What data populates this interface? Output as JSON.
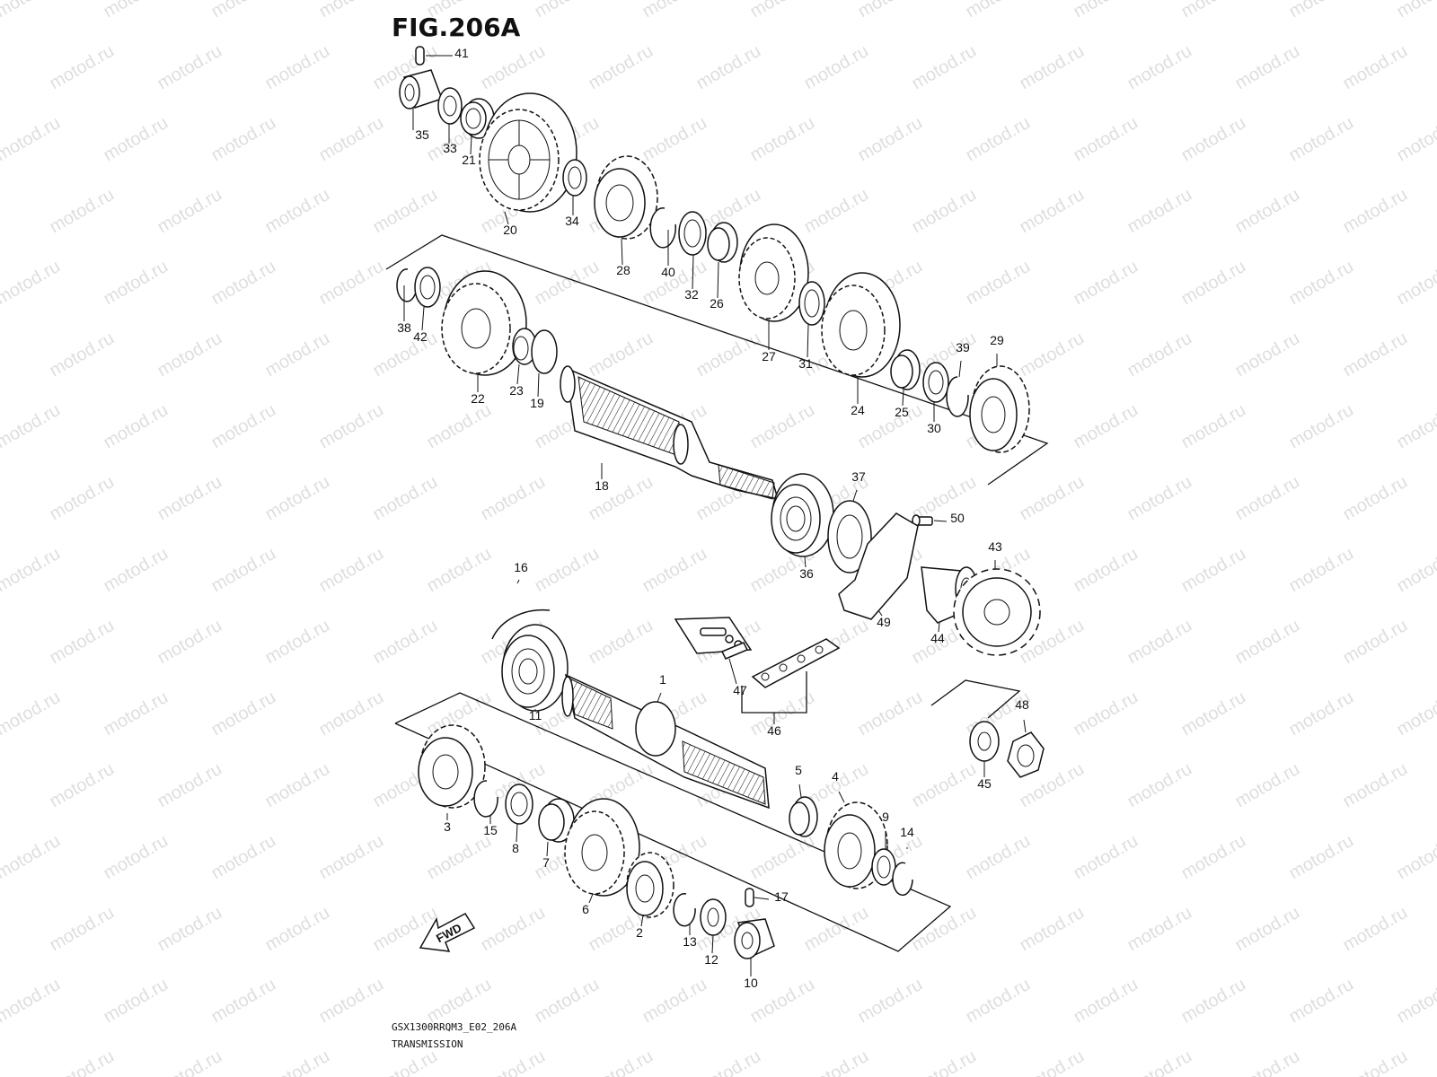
{
  "figure": {
    "title": "FIG.206A",
    "code": "GSX1300RRQM3_E02_206A",
    "name": "TRANSMISSION",
    "fwd_label": "FWD",
    "watermark": "motod.ru"
  },
  "callouts": [
    {
      "id": "p41",
      "label": "41"
    },
    {
      "id": "p35",
      "label": "35"
    },
    {
      "id": "p33",
      "label": "33"
    },
    {
      "id": "p21",
      "label": "21"
    },
    {
      "id": "p20",
      "label": "20"
    },
    {
      "id": "p34",
      "label": "34"
    },
    {
      "id": "p28",
      "label": "28"
    },
    {
      "id": "p40",
      "label": "40"
    },
    {
      "id": "p32",
      "label": "32"
    },
    {
      "id": "p26",
      "label": "26"
    },
    {
      "id": "p27",
      "label": "27"
    },
    {
      "id": "p31",
      "label": "31"
    },
    {
      "id": "p38",
      "label": "38"
    },
    {
      "id": "p42",
      "label": "42"
    },
    {
      "id": "p22",
      "label": "22"
    },
    {
      "id": "p23",
      "label": "23"
    },
    {
      "id": "p19",
      "label": "19"
    },
    {
      "id": "p18",
      "label": "18"
    },
    {
      "id": "p24",
      "label": "24"
    },
    {
      "id": "p25",
      "label": "25"
    },
    {
      "id": "p30",
      "label": "30"
    },
    {
      "id": "p39",
      "label": "39"
    },
    {
      "id": "p29",
      "label": "29"
    },
    {
      "id": "p37",
      "label": "37"
    },
    {
      "id": "p50",
      "label": "50"
    },
    {
      "id": "p36",
      "label": "36"
    },
    {
      "id": "p43",
      "label": "43"
    },
    {
      "id": "p49",
      "label": "49"
    },
    {
      "id": "p44",
      "label": "44"
    },
    {
      "id": "p16",
      "label": "16"
    },
    {
      "id": "p11",
      "label": "11"
    },
    {
      "id": "p1",
      "label": "1"
    },
    {
      "id": "p47",
      "label": "47"
    },
    {
      "id": "p46",
      "label": "46"
    },
    {
      "id": "p48",
      "label": "48"
    },
    {
      "id": "p45",
      "label": "45"
    },
    {
      "id": "p5",
      "label": "5"
    },
    {
      "id": "p4",
      "label": "4"
    },
    {
      "id": "p9",
      "label": "9"
    },
    {
      "id": "p14",
      "label": "14"
    },
    {
      "id": "p3",
      "label": "3"
    },
    {
      "id": "p15",
      "label": "15"
    },
    {
      "id": "p8",
      "label": "8"
    },
    {
      "id": "p7",
      "label": "7"
    },
    {
      "id": "p6",
      "label": "6"
    },
    {
      "id": "p2",
      "label": "2"
    },
    {
      "id": "p13",
      "label": "13"
    },
    {
      "id": "p12",
      "label": "12"
    },
    {
      "id": "p17",
      "label": "17"
    },
    {
      "id": "p10",
      "label": "10"
    }
  ]
}
